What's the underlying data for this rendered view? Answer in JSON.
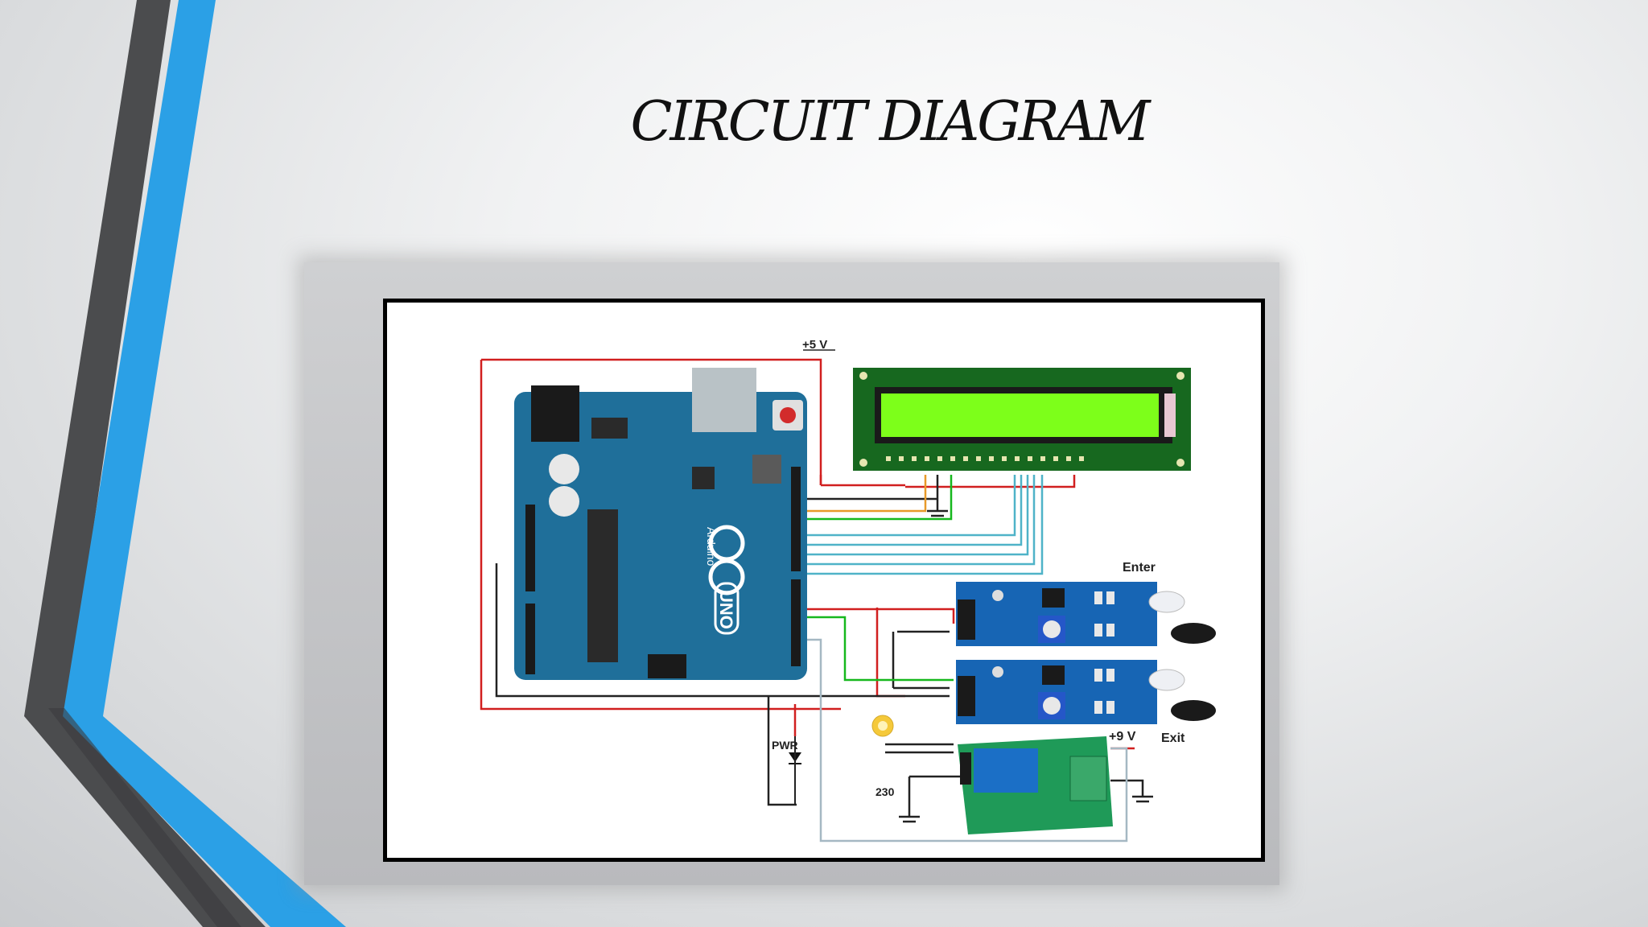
{
  "slide": {
    "title": "CIRCUIT DIAGRAM"
  },
  "diagram": {
    "supply_5v": "+5 V",
    "supply_9v": "+9 V",
    "label_enter": "Enter",
    "label_exit": "Exit",
    "label_230": "230",
    "label_pwr": "PWR",
    "board_name": "UNO",
    "board_brand": "Arduino",
    "colors": {
      "board": "#1f6f9a",
      "lcd_pcb": "#17681f",
      "lcd_screen": "#7dff1a",
      "sensor_pcb": "#1765b4",
      "relay_pcb": "#1f9a58",
      "relay": "#1b6fc6",
      "wire_red": "#d11f1f",
      "wire_green": "#16b81d",
      "wire_teal": "#4fb3c8",
      "wire_orange": "#e89a2a",
      "accent_blue": "#2aa3e8",
      "accent_dark": "#4a4a4a"
    }
  }
}
